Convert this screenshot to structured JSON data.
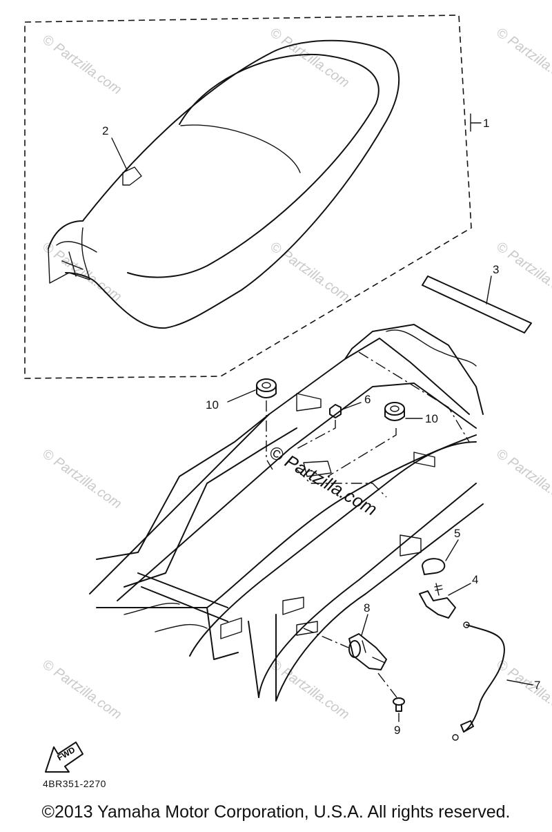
{
  "diagram": {
    "callouts": {
      "p1": "1",
      "p2": "2",
      "p3": "3",
      "p4": "4",
      "p5": "5",
      "p6": "6",
      "p7": "7",
      "p8": "8",
      "p9": "9",
      "p10a": "10",
      "p10b": "10"
    },
    "fwd_label": "FWD",
    "drawing_code": "4BR351-2270",
    "watermark": "© Partzilla.com",
    "watermark_main": "© Partzilla.com"
  },
  "footer": {
    "copyright": "©2013  Yamaha Motor Corporation, U.S.A. All rights reserved."
  }
}
